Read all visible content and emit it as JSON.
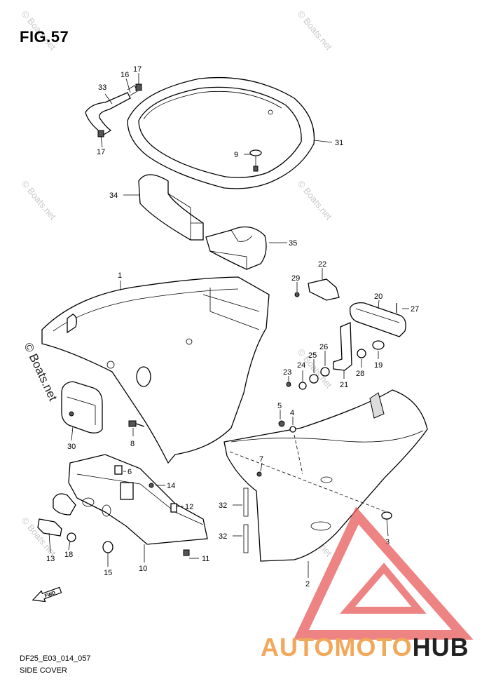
{
  "figure": {
    "title": "FIG.57",
    "code": "DF25_E03_014_057",
    "caption": "SIDE COVER"
  },
  "watermark": {
    "text": "© Boats.net",
    "color": "#c8c8c8"
  },
  "brand": {
    "part_a": "AUTOMOTO",
    "part_b": "HUB",
    "color_a": "#f2a85a",
    "color_b": "#222222",
    "logo_color": "#e85a5a"
  },
  "callouts": [
    {
      "id": "c1",
      "label": "1"
    },
    {
      "id": "c2",
      "label": "2"
    },
    {
      "id": "c3",
      "label": "3"
    },
    {
      "id": "c4",
      "label": "4"
    },
    {
      "id": "c5",
      "label": "5"
    },
    {
      "id": "c6",
      "label": "6"
    },
    {
      "id": "c7",
      "label": "7"
    },
    {
      "id": "c8",
      "label": "8"
    },
    {
      "id": "c9",
      "label": "9"
    },
    {
      "id": "c10",
      "label": "10"
    },
    {
      "id": "c11",
      "label": "11"
    },
    {
      "id": "c12",
      "label": "12"
    },
    {
      "id": "c13",
      "label": "13"
    },
    {
      "id": "c14",
      "label": "14"
    },
    {
      "id": "c15",
      "label": "15"
    },
    {
      "id": "c16",
      "label": "16"
    },
    {
      "id": "c17a",
      "label": "17"
    },
    {
      "id": "c17b",
      "label": "17"
    },
    {
      "id": "c18",
      "label": "18"
    },
    {
      "id": "c19",
      "label": "19"
    },
    {
      "id": "c20",
      "label": "20"
    },
    {
      "id": "c21",
      "label": "21"
    },
    {
      "id": "c22",
      "label": "22"
    },
    {
      "id": "c23",
      "label": "23"
    },
    {
      "id": "c24",
      "label": "24"
    },
    {
      "id": "c25",
      "label": "25"
    },
    {
      "id": "c26",
      "label": "26"
    },
    {
      "id": "c27",
      "label": "27"
    },
    {
      "id": "c28",
      "label": "28"
    },
    {
      "id": "c29",
      "label": "29"
    },
    {
      "id": "c30",
      "label": "30"
    },
    {
      "id": "c31",
      "label": "31"
    },
    {
      "id": "c32a",
      "label": "32"
    },
    {
      "id": "c32b",
      "label": "32"
    },
    {
      "id": "c33",
      "label": "33"
    },
    {
      "id": "c34",
      "label": "34"
    },
    {
      "id": "c35",
      "label": "35"
    }
  ],
  "fwd_icon": {
    "label": "FWD"
  }
}
